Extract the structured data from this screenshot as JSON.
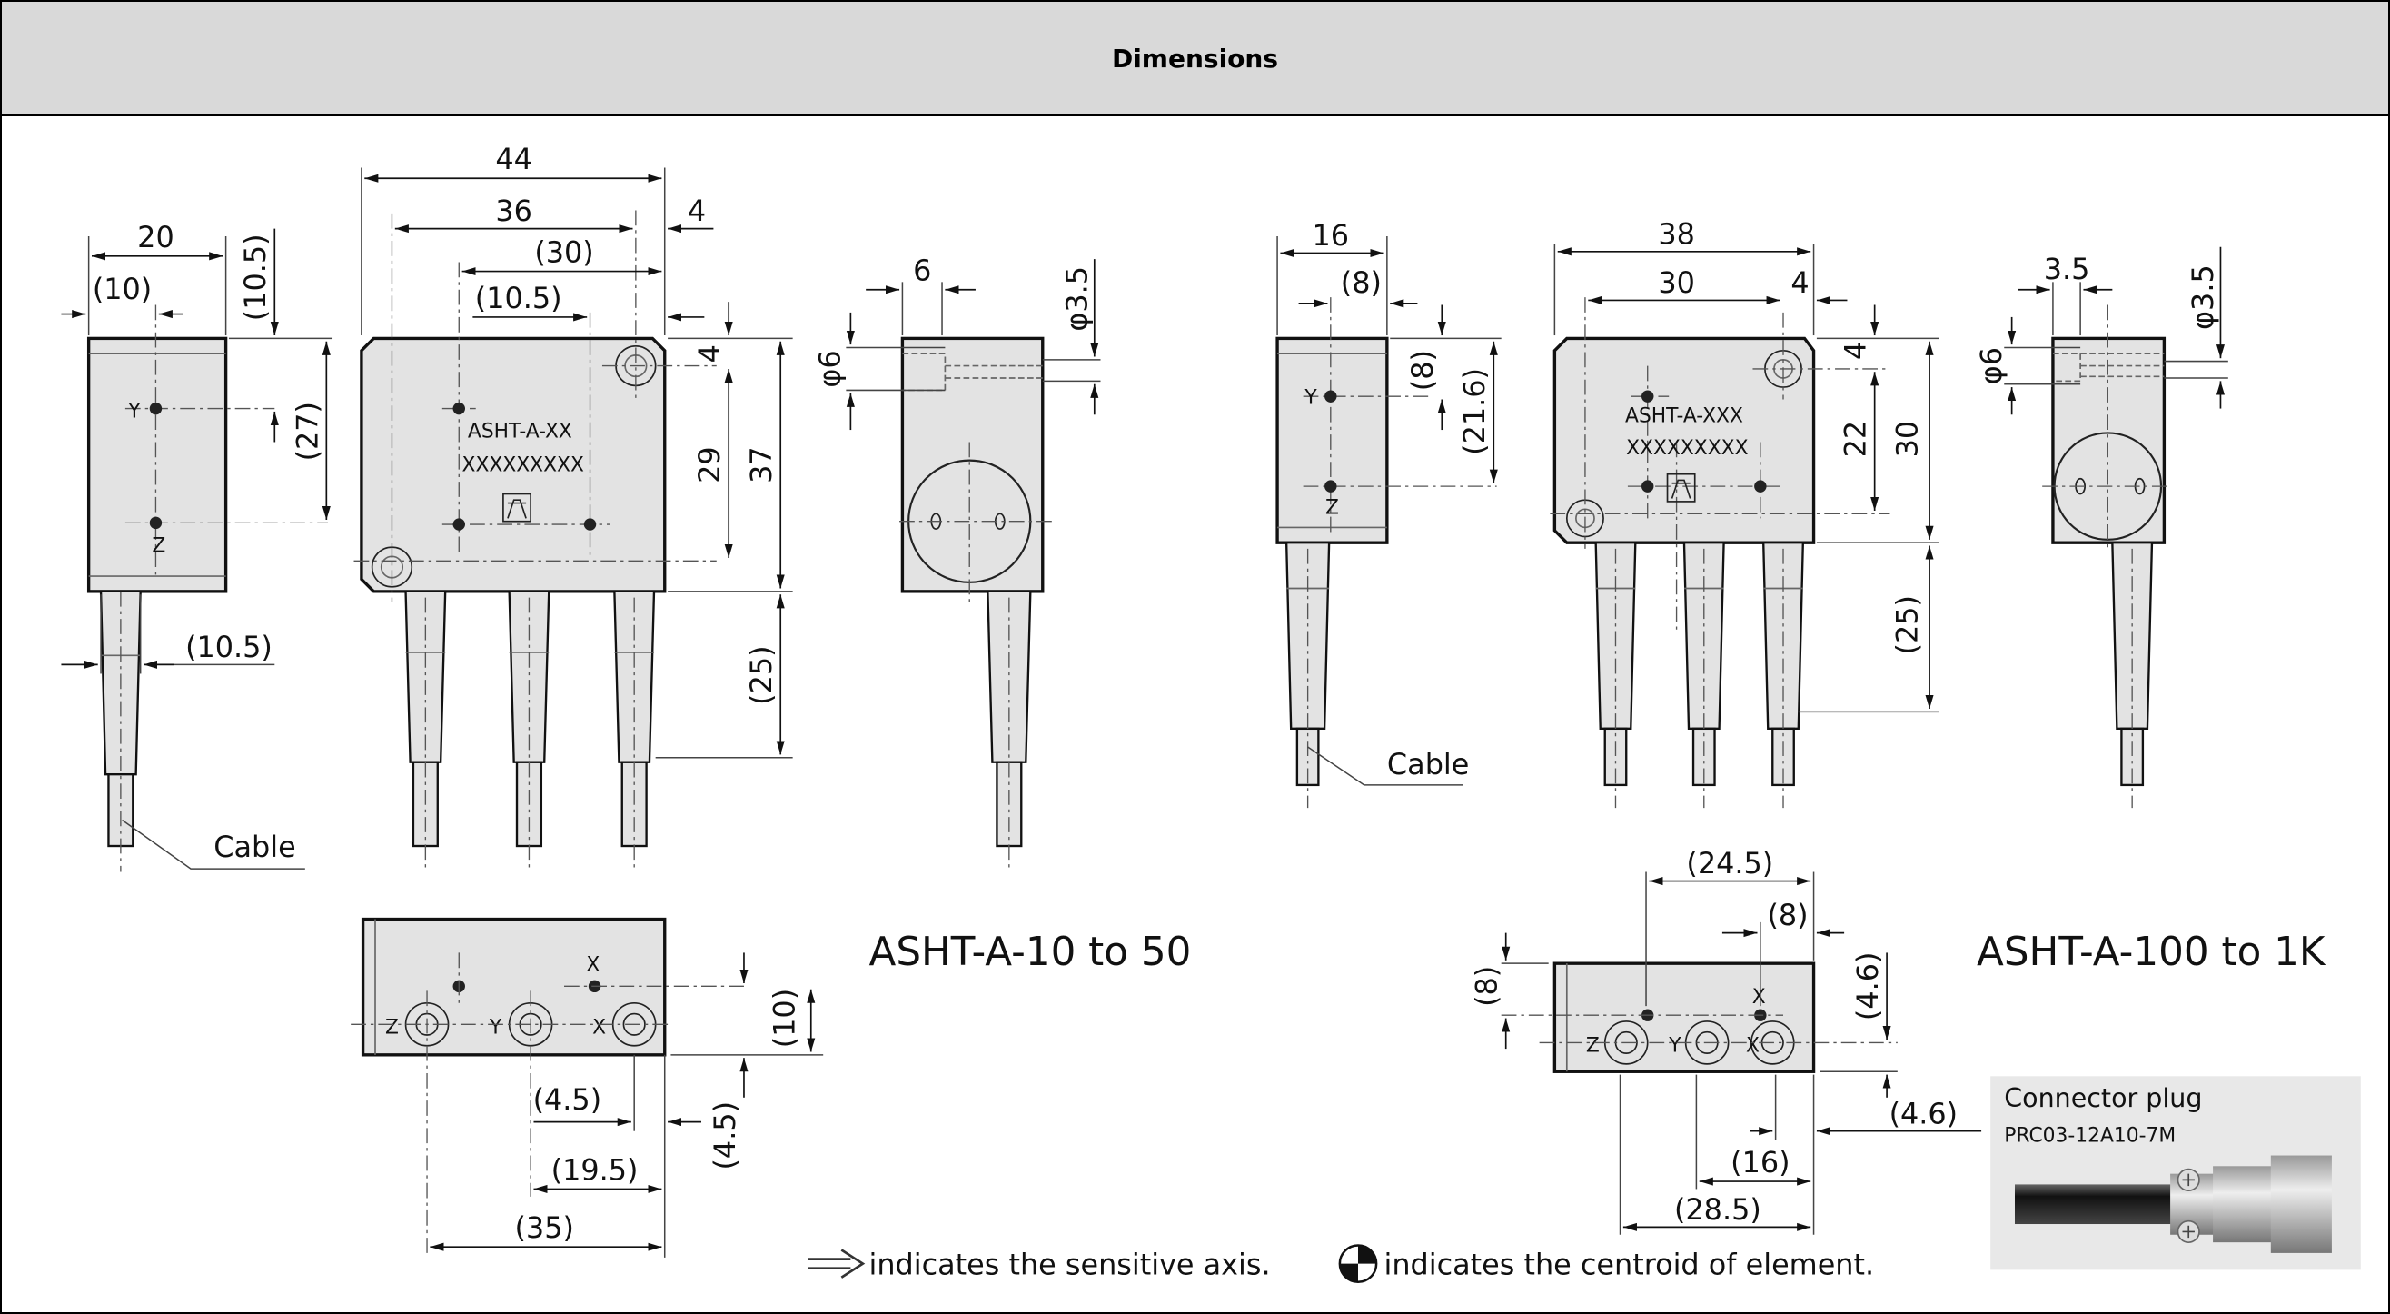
{
  "header": {
    "title": "Dimensions"
  },
  "left": {
    "model": "ASHT-A-10 to 50",
    "label_model": "ASHT-A-XX",
    "label_serial": "XXXXXXXXX",
    "cable": "Cable",
    "dims": [
      "20",
      "(10)",
      "(10.5)",
      "(27)",
      "(10.5)",
      "44",
      "36",
      "4",
      "(30)",
      "(10.5)",
      "4",
      "29",
      "37",
      "(25)",
      "6",
      "φ6",
      "φ3.5",
      "(10)",
      "(4.5)",
      "(4.5)",
      "(19.5)",
      "(35)"
    ],
    "axes": [
      "Y",
      "Z",
      "Z",
      "Y",
      "X",
      "X"
    ]
  },
  "right": {
    "model": "ASHT-A-100 to 1K",
    "label_model": "ASHT-A-XXX",
    "label_serial": "XXXXXXXXX",
    "cable": "Cable",
    "dims": [
      "16",
      "(8)",
      "(8)",
      "(21.6)",
      "38",
      "30",
      "4",
      "4",
      "22",
      "30",
      "(25)",
      "3.5",
      "φ6",
      "φ3.5",
      "(24.5)",
      "(8)",
      "(8)",
      "(4.6)",
      "(4.6)",
      "(16)",
      "(28.5)"
    ],
    "axes": [
      "Y",
      "Z",
      "Z",
      "Y",
      "X",
      "X"
    ]
  },
  "connector": {
    "title": "Connector plug",
    "part": "PRC03-12A10-7M"
  },
  "legend": {
    "sensitive_axis": "indicates the sensitive axis.",
    "centroid": "indicates the centroid of element."
  }
}
